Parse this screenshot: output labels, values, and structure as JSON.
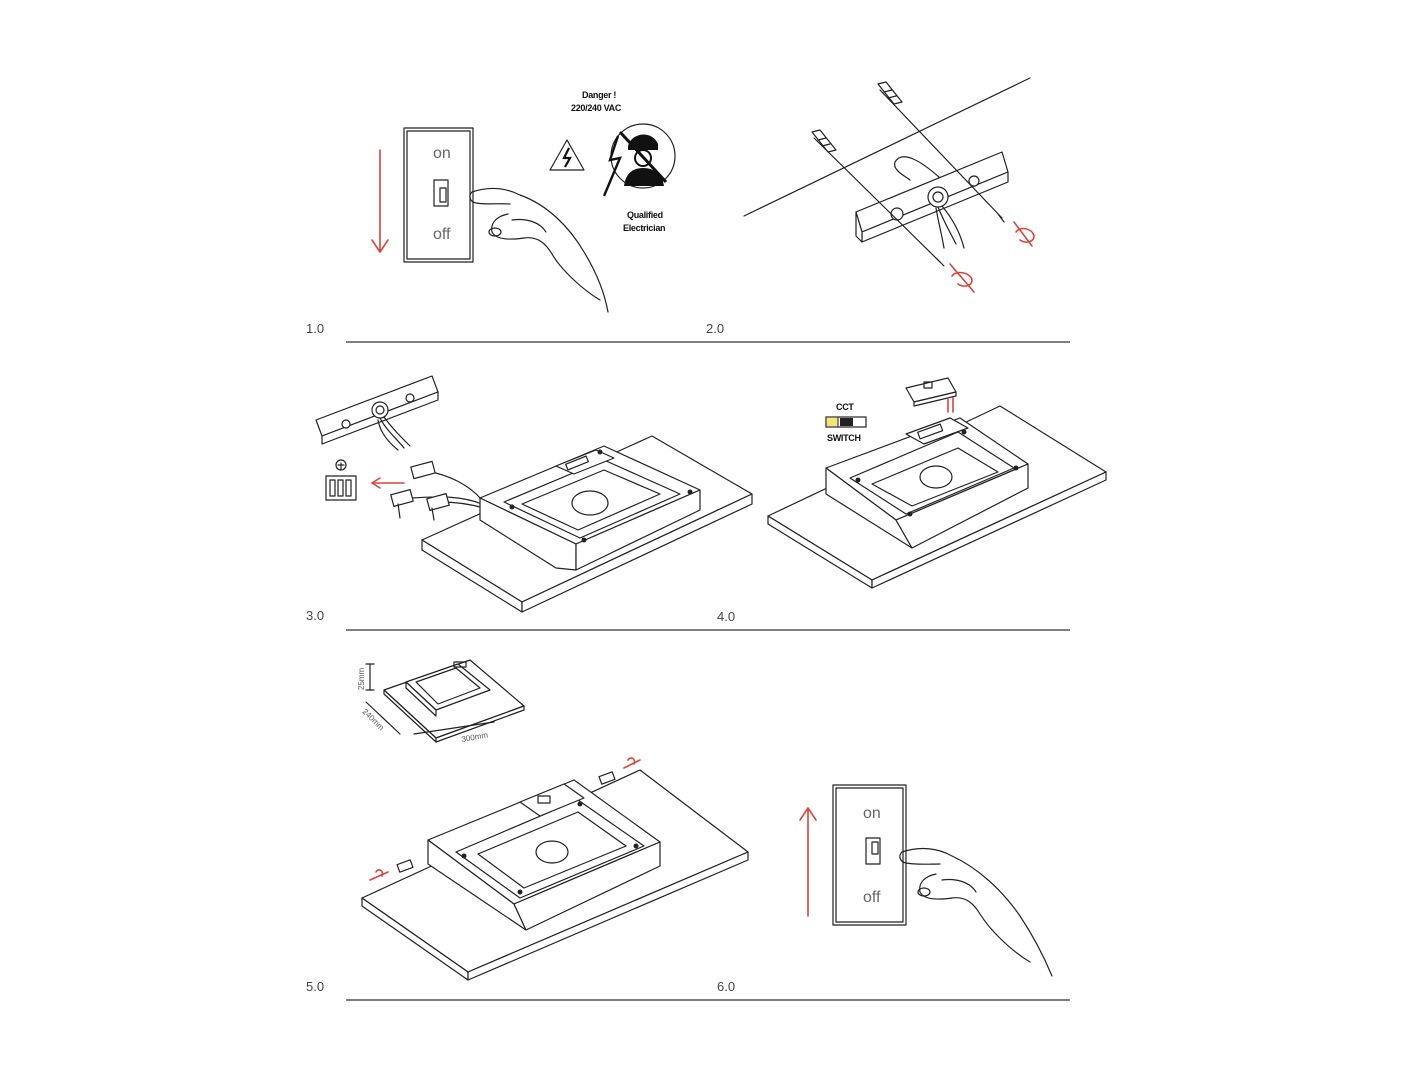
{
  "steps": {
    "s1": "1.0",
    "s2": "2.0",
    "s3": "3.0",
    "s4": "4.0",
    "s5": "5.0",
    "s6": "6.0"
  },
  "warning": {
    "line1": "Danger !",
    "line2": "220/240 VAC",
    "qualified1": "Qualified",
    "qualified2": "Electrician"
  },
  "switch_labels": {
    "on": "on",
    "off": "off"
  },
  "cct": {
    "top": "CCT",
    "bottom": "SWITCH"
  },
  "dimensions": {
    "height": "25mm",
    "depth": "240mm",
    "width": "300mm"
  },
  "colors": {
    "accent_red": "#d6453d",
    "line": "#222222",
    "cct_yellow": "#f4e27a"
  },
  "icons": [
    "high-voltage-warning-icon",
    "electrician-icon",
    "arrow-down-icon",
    "arrow-up-icon",
    "rotate-screw-icon"
  ]
}
